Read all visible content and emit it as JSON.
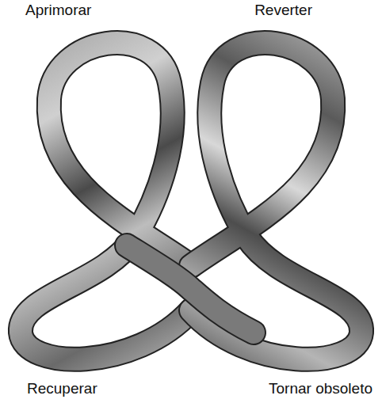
{
  "diagram": {
    "labels": [
      "Aprimorar",
      "Reverter",
      "Recuperar",
      "Tornar obsoleto"
    ]
  }
}
